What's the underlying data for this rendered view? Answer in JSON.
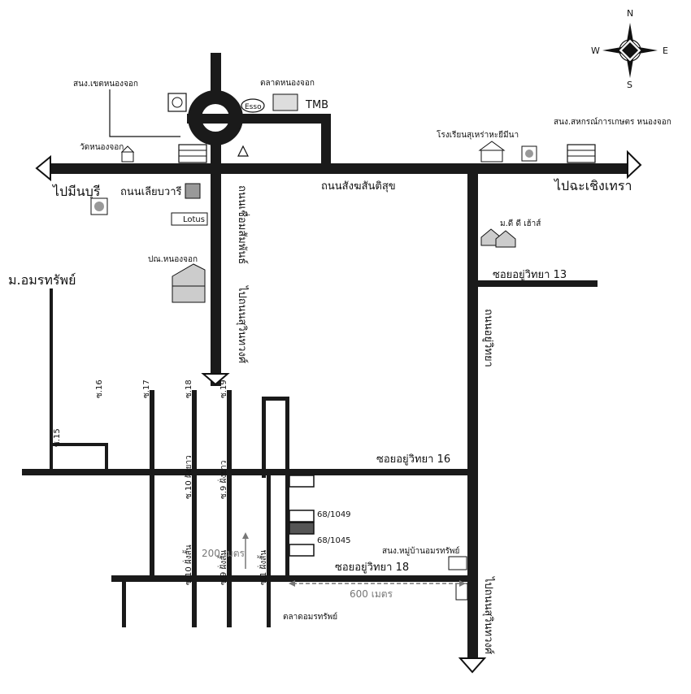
{
  "compass": {
    "n": "N",
    "s": "S",
    "e": "E",
    "w": "W"
  },
  "roads": {
    "main_road": "ถนนสังฆสันติสุข",
    "left_road": "ถนนเลียบวารี",
    "vertical_road_1": "ถนนเชื่อมสัมพันธ์",
    "vertical_road_2": "ไปถนนสุวินทวงศ์",
    "right_road": "ถนนอยู่วิทยา",
    "soi_13": "ซอยอยู่วิทยา 13",
    "soi_16": "ซอยอยู่วิทยา 16",
    "soi_18": "ซอยอยู่วิทยา 18",
    "to_bottom_right": "ไปถนนสุวินทวงศ์"
  },
  "directions": {
    "west": "ไปมีนบุรี",
    "east": "ไปฉะเชิงเทรา"
  },
  "places": {
    "district_office": "สนง.เขตหนองจอก",
    "market": "ตลาดหนองจอก",
    "coop_office": "สนง.สหกรณ์การเกษตร หนองจอก",
    "temple": "วัดหนองจอก",
    "school": "โรงเรียนสุเหร่าหะยีมีนา",
    "post_office": "ปณ.หนองจอก",
    "village_amorn": "ม.อมรทรัพย์",
    "mdd_house": "ม.ดี ดี เฮ้าส์",
    "village_office": "สนง.หมู่บ้านอมรทรัพย์",
    "amorn_market": "ตลาดอมรทรัพย์",
    "house_1049": "68/1049",
    "house_1045": "68/1045"
  },
  "logos": {
    "esso": "Esso",
    "tmb": "TMB",
    "lotus": "Lotus"
  },
  "soi": {
    "s15": "ซ.15",
    "s16": "ซ.16",
    "s17": "ซ.17",
    "s18": "ซ.18",
    "s19": "ซ.19",
    "s10_long": "ซ.10 ฝั่งยาว",
    "s9_long": "ซ.9 ฝั่งยาว",
    "s10_short": "ซ.10 ฝั่งสั้น",
    "s9_short": "ซ.9 ฝั่งสั้น",
    "s1_short": "ซ.1 ฝั่งสั้น"
  },
  "distances": {
    "d200": "200 เมตร",
    "d600": "600 เมตร"
  }
}
